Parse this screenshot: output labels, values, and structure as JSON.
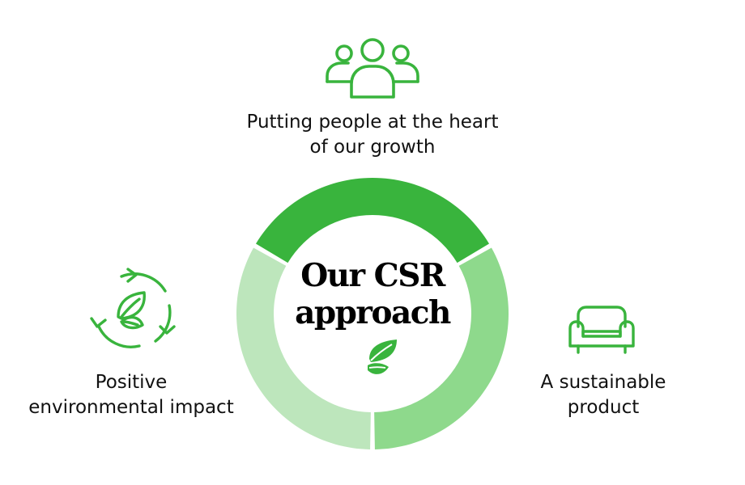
{
  "center": {
    "title_line1": "Our CSR",
    "title_line2": "approach"
  },
  "pillars": {
    "top": {
      "line1": "Putting people at the heart",
      "line2": "of our growth",
      "icon": "people-group-icon"
    },
    "left": {
      "line1": "Positive",
      "line2": "environmental impact",
      "icon": "recycle-leaf-icon"
    },
    "right": {
      "line1": "A sustainable",
      "line2": "product",
      "icon": "sofa-icon"
    }
  },
  "colors": {
    "segment_top": "#39b43d",
    "segment_right": "#8ed98c",
    "segment_left": "#bde6bc",
    "icon_green": "#39b43d",
    "text": "#111111"
  }
}
